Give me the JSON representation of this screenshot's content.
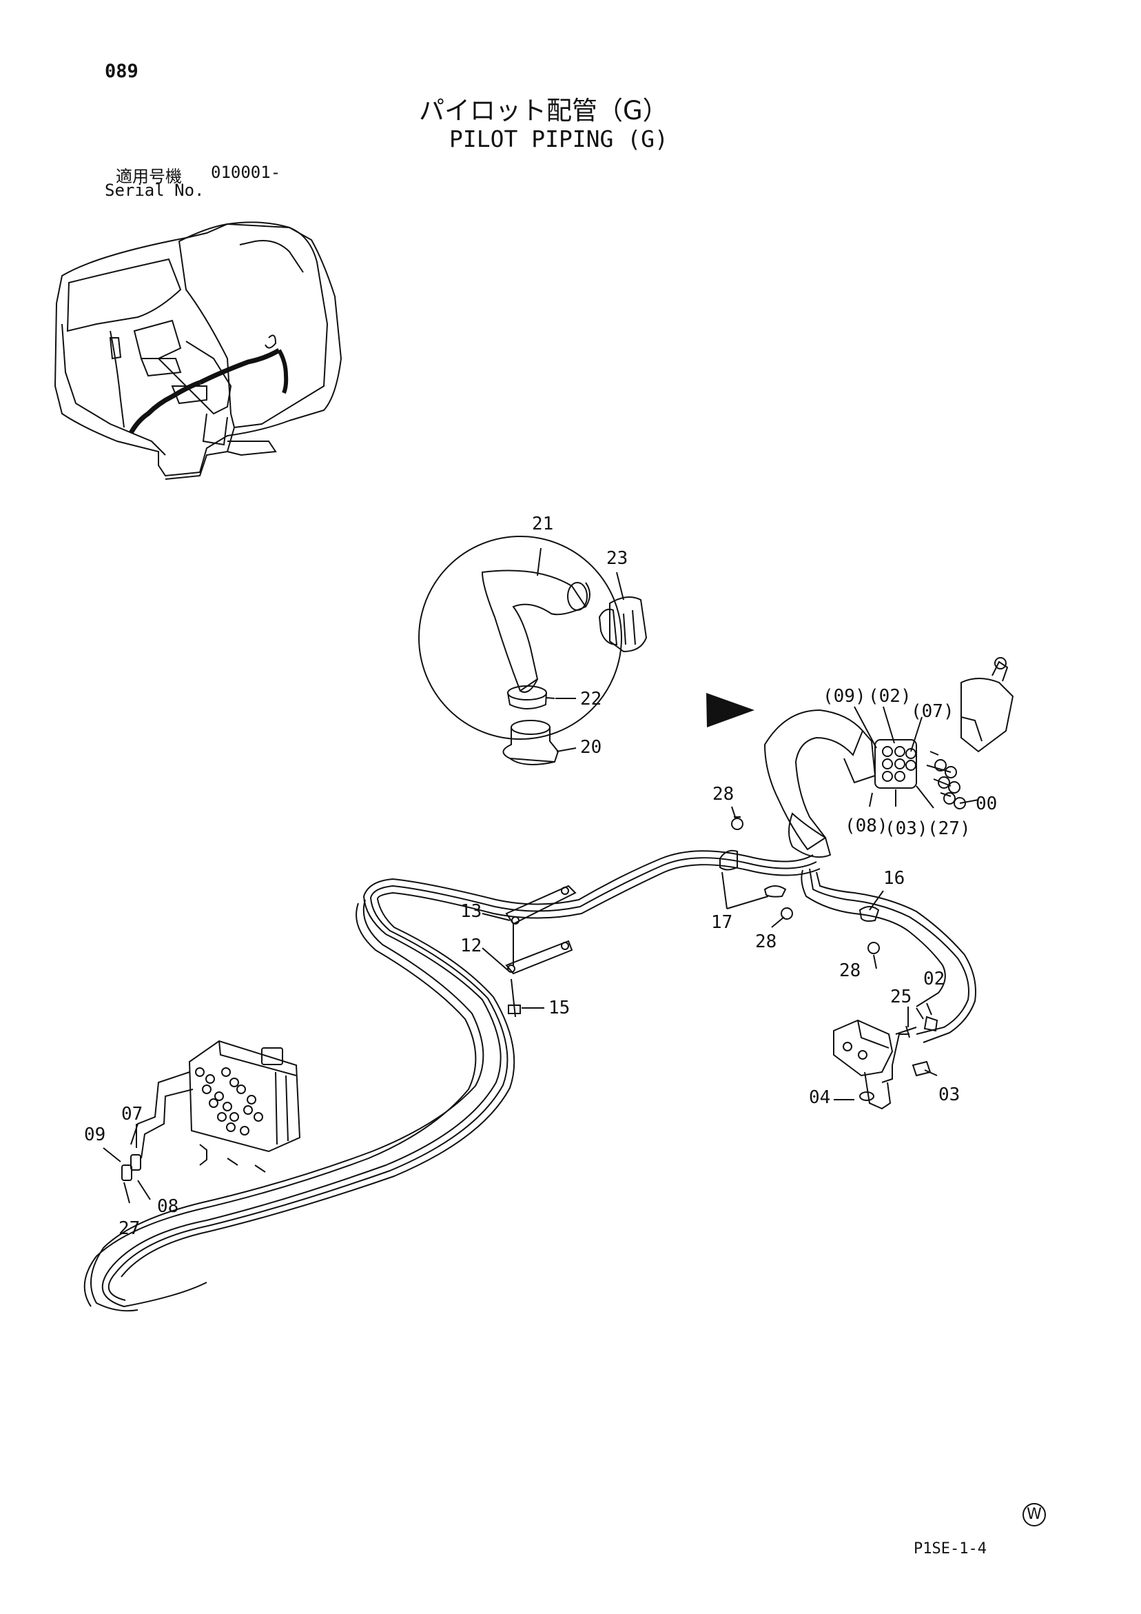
{
  "page": {
    "number": "089",
    "title_jp": "パイロット配管（G）",
    "title_en": "PILOT PIPING (G)",
    "serial_label_jp": "適用号機",
    "serial_value": "010001-",
    "serial_label_en": "Serial No.",
    "doc_code": "P1SE-1-4",
    "mark_symbol": "W"
  },
  "callouts": {
    "c21": "21",
    "c23": "23",
    "c22": "22",
    "c20": "20",
    "c09p": "(09)",
    "c02p": "(02)",
    "c07p": "(07)",
    "c08p": "(08)",
    "c03p": "(03)",
    "c27p": "(27)",
    "c00": "00",
    "c28a": "28",
    "c28b": "28",
    "c28c": "28",
    "c17": "17",
    "c16": "16",
    "c13": "13",
    "c12": "12",
    "c15": "15",
    "c02": "02",
    "c25": "25",
    "c03": "03",
    "c04": "04",
    "c07": "07",
    "c09": "09",
    "c08": "08",
    "c27": "27"
  }
}
